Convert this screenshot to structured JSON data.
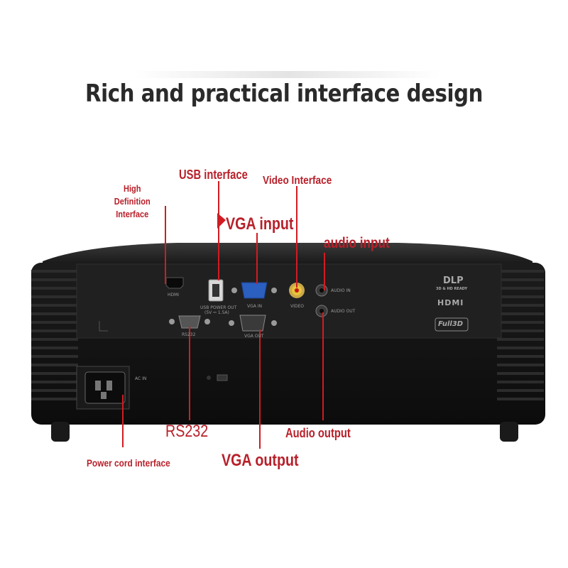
{
  "title": "Rich and practical interface design",
  "callouts": {
    "hdmi": "High Definition Interface",
    "usb": "USB interface",
    "video": "Video Interface",
    "vga_in": "VGA input",
    "audio_in": "audio input",
    "rs232": "RS232",
    "power": "Power cord interface",
    "vga_out": "VGA output",
    "audio_out": "Audio output"
  },
  "port_labels": {
    "hdmi": "HDMI",
    "usb": "USB POWER OUT",
    "usb_sub": "(5V ⎓ 1.5A)",
    "vga_in": "VGA IN",
    "video": "VIDEO",
    "audio_in": "AUDIO IN",
    "audio_out": "AUDIO OUT",
    "rs232": "RS232",
    "vga_out": "VGA OUT",
    "ac": "AC IN"
  },
  "logos": {
    "dlp": "DLP",
    "dlp_sub": "3D & HD READY",
    "hdmi": "HDMI",
    "full3d": "Full3D"
  },
  "colors": {
    "callout": "#b8202a",
    "line": "#d01c22",
    "body": "#141414",
    "panel": "#1e1e1e"
  }
}
